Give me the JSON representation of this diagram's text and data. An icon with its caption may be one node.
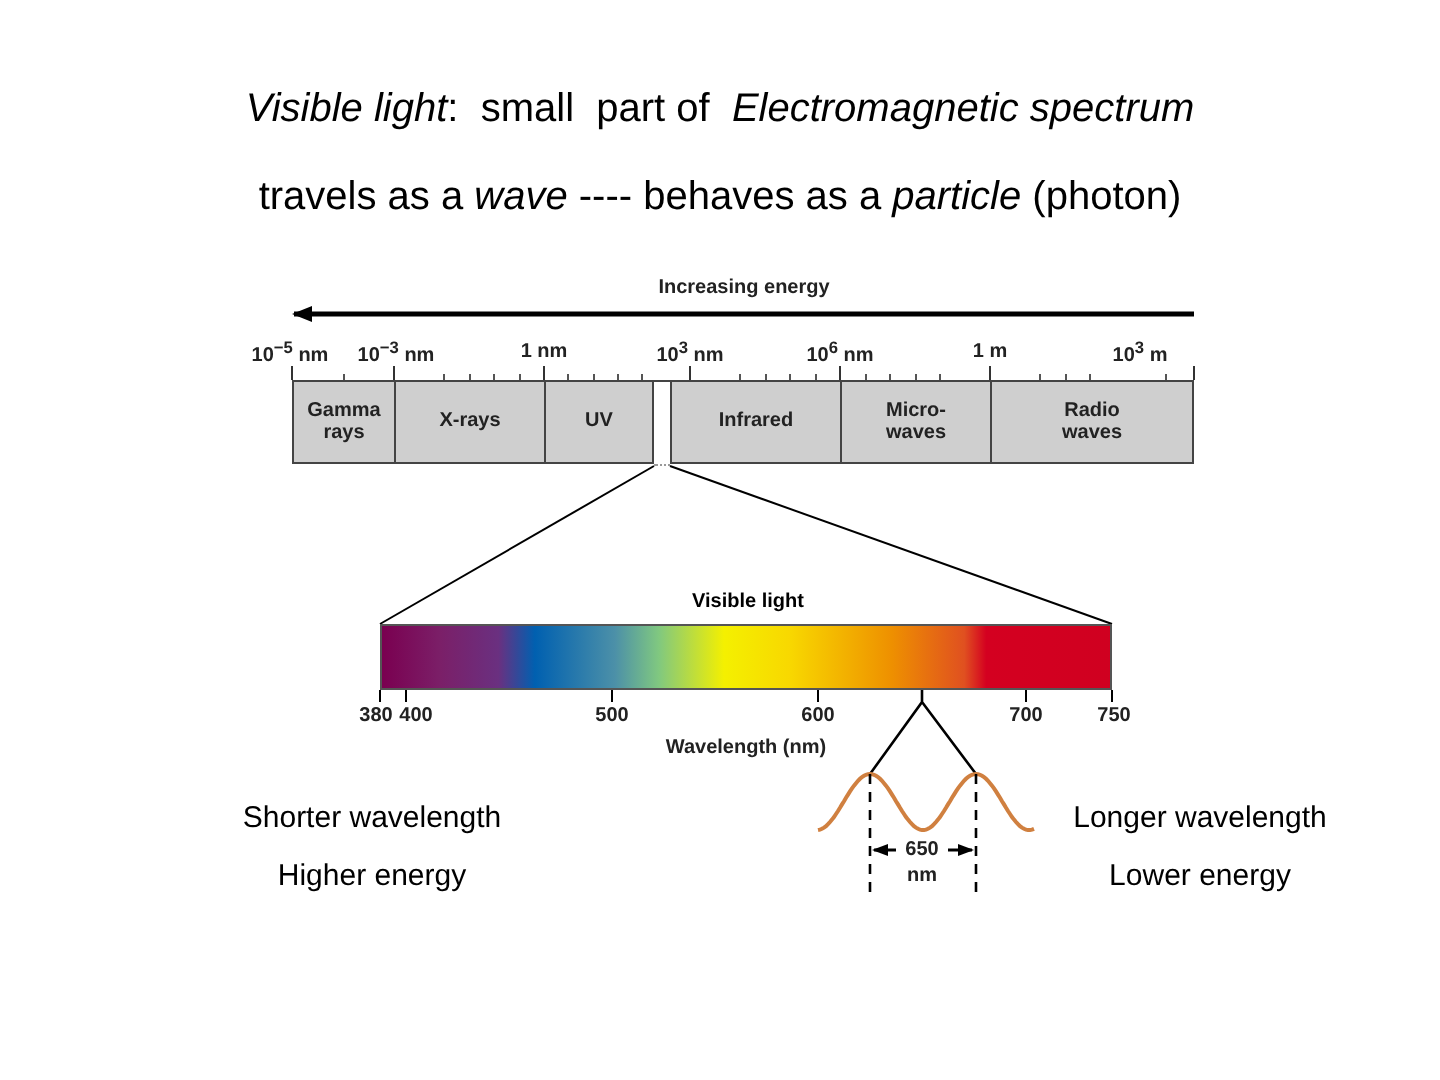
{
  "diagram": {
    "title": "*Visible light*:  small  part of  *Electromagnetic spectrum*",
    "nodes": [
      {
        "text": [
          "Gamma rays"
        ]
      },
      {
        "text": [
          "X-rays"
        ]
      },
      {
        "text": [
          "UV"
        ]
      },
      {
        "text": [
          "Infrared"
        ]
      },
      {
        "text": [
          "Micro- waves"
        ]
      },
      {
        "text": [
          "Radio waves"
        ]
      },
      {
        "text": [
          "Visible light"
        ]
      },
      {
        "text": [],
        "shape": "box"
      }
    ],
    "edges": [
      {
        "from": 7,
        "to": 6,
        "arrow": "none"
      },
      {
        "from": 7,
        "to": 6,
        "arrow": "none"
      }
    ],
    "labels": [
      "travels as a *wave* ---- behaves as a *particle* (photon)",
      "Increasing energy",
      "10$^{−5}$ nm",
      "10$^{−3}$ nm",
      "1 nm",
      "10$^{3}$ nm",
      "10$^{6}$ nm",
      "1 m",
      "10$^{3}$ m",
      "380",
      "400",
      "500",
      "600",
      "700",
      "750",
      "Wavelength (nm)",
      "650",
      "nm",
      "Shorter wavelength",
      "Longer wavelength",
      "Higher energy",
      "Lower energy"
    ]
  }
}
